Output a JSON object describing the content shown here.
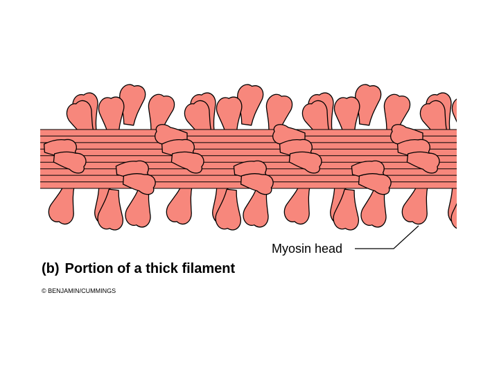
{
  "colors": {
    "filament_fill": "#F7877C",
    "outline": "#000000",
    "background": "#FFFFFF"
  },
  "labels": {
    "callout": "Myosin head",
    "caption_letter": "(b)",
    "caption_text": "Portion of a thick filament",
    "credit": "© BENJAMIN/CUMMINGS"
  }
}
